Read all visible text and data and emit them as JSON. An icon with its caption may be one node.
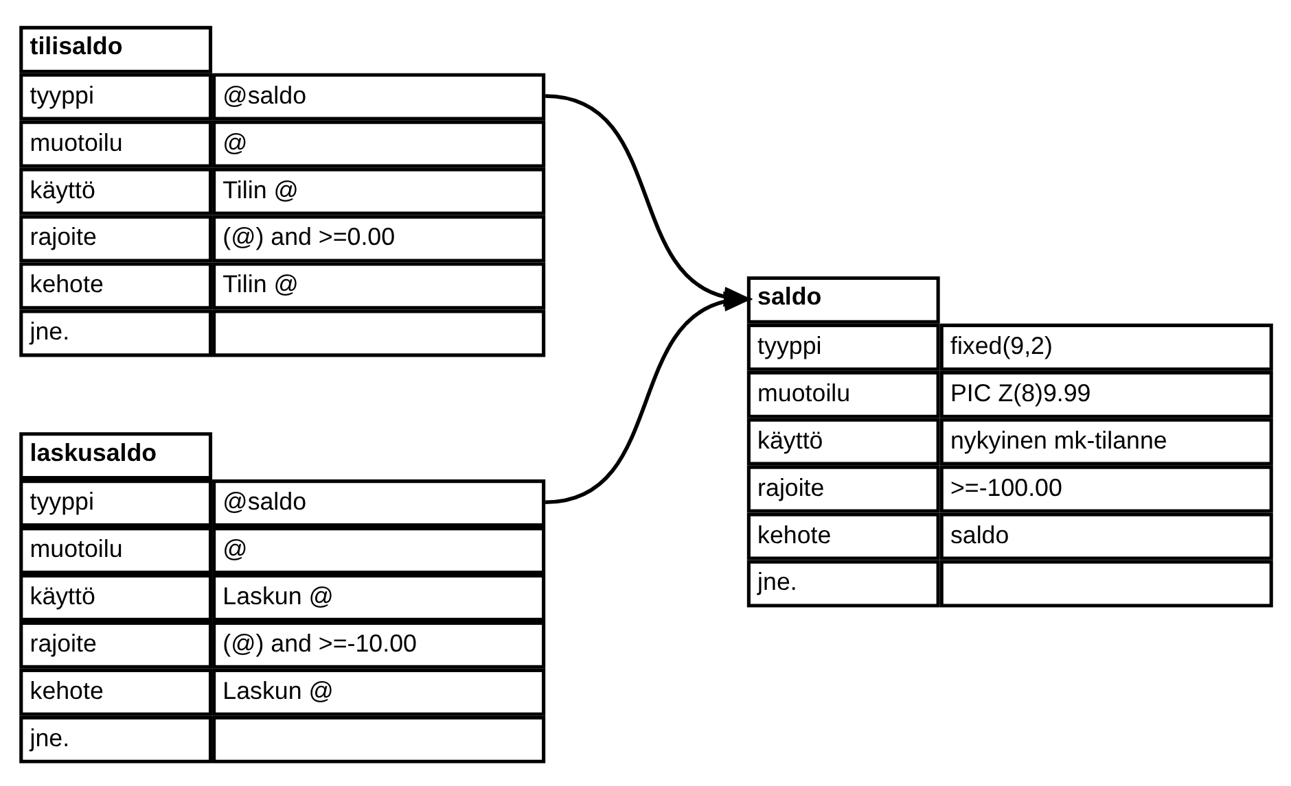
{
  "diagram": {
    "nodes": [
      {
        "text": [
          "tilisaldo",
          "tyyppi",
          "@saldo",
          "muotoilu",
          "@",
          "käyttö",
          "Tilin @",
          "rajoite",
          "(@) and >=0.00",
          "kehote",
          "Tilin @",
          "jne."
        ]
      },
      {
        "text": [
          "laskusaldo",
          "tyyppi",
          "@saldo",
          "muotoilu",
          "@",
          "käyttö",
          "Laskun @",
          "rajoite",
          "(@) and >=-10.00",
          "kehote",
          "Laskun @",
          "jne."
        ]
      },
      {
        "text": [
          "saldo",
          "tyyppi",
          "fixed(9,2)",
          "muotoilu",
          "PIC Z(8)9.99",
          "käyttö",
          "nykyinen mk-tilanne",
          "rajoite",
          ">=-100.00",
          "kehote",
          "saldo",
          "jne."
        ]
      }
    ],
    "edges": [
      {
        "from": 0,
        "to": 2,
        "arrow": "to"
      },
      {
        "from": 1,
        "to": 2,
        "arrow": "to"
      }
    ]
  }
}
